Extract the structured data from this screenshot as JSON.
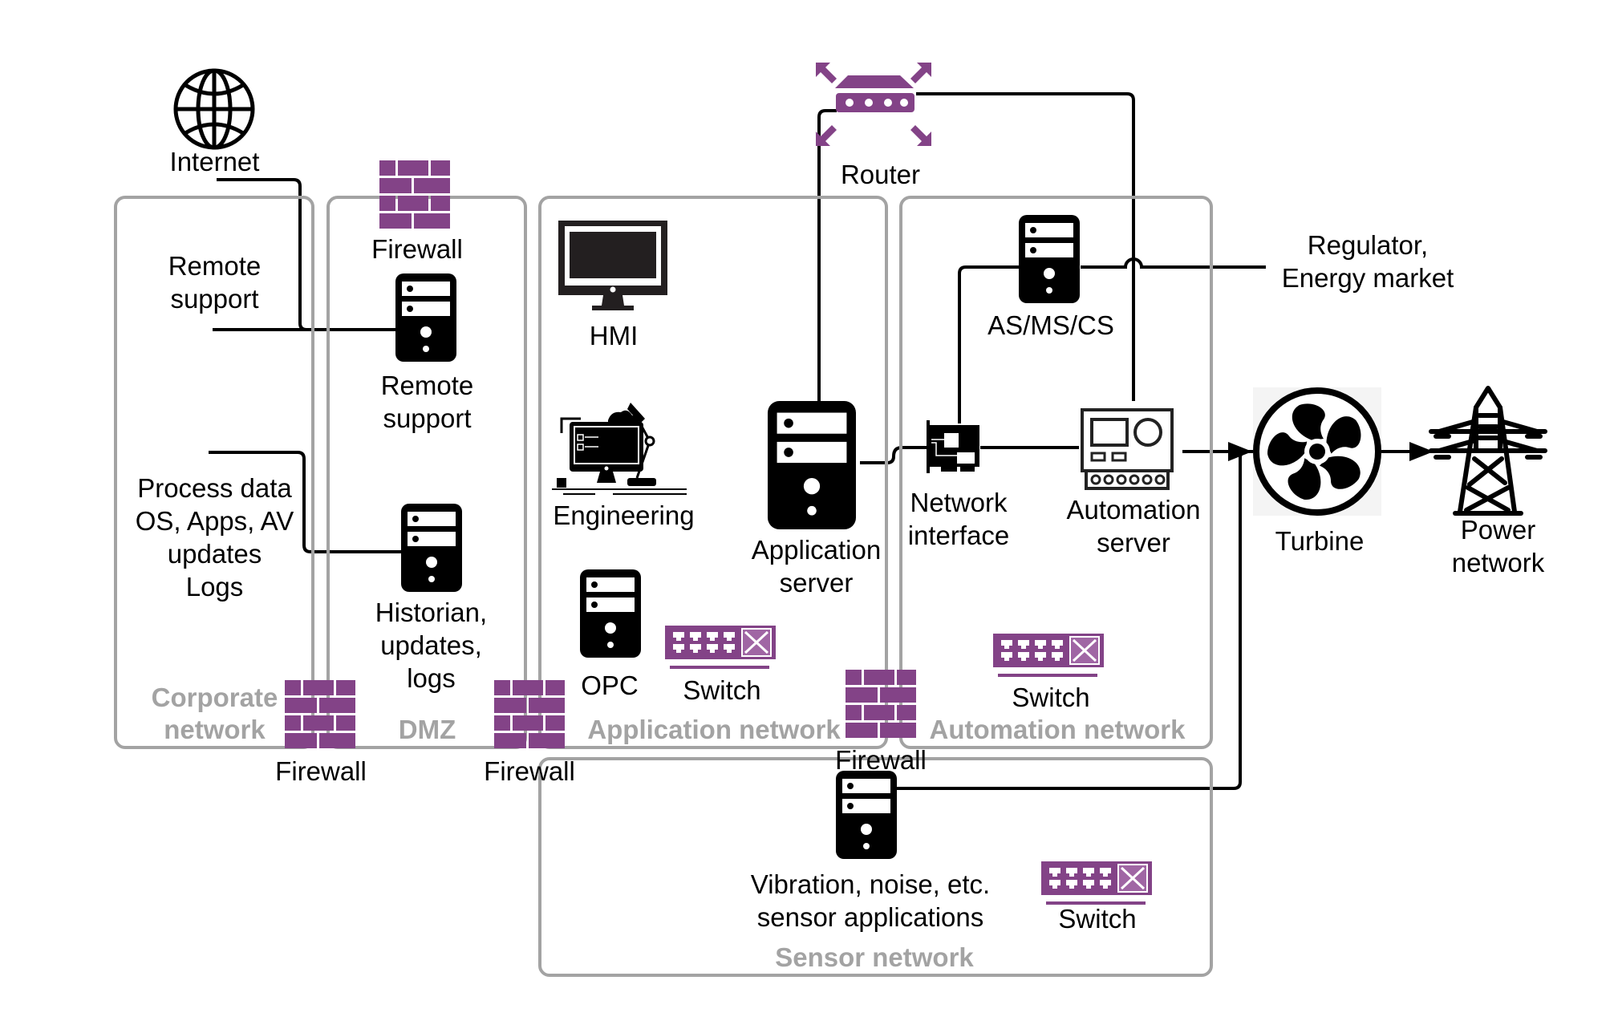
{
  "colors": {
    "accent_purple": "#834387",
    "zone_border": "#a3a3a3",
    "zone_label": "#a3a3a3",
    "line": "#000000"
  },
  "zones": {
    "corporate": "Corporate\nnetwork",
    "dmz": "DMZ",
    "application": "Application network",
    "automation": "Automation network",
    "sensor": "Sensor network"
  },
  "nodes": {
    "internet": "Internet",
    "corp_remote_support": "Remote\nsupport",
    "corp_process_data": "Process data\nOS, Apps, AV\nupdates\nLogs",
    "dmz_firewall_top": "Firewall",
    "dmz_remote_support": "Remote\nsupport",
    "dmz_historian": "Historian,\nupdates,\nlogs",
    "firewall_corp_dmz": "Firewall",
    "firewall_dmz_app": "Firewall",
    "firewall_app_auto": "Firewall",
    "hmi": "HMI",
    "engineering": "Engineering",
    "application_server": "Application\nserver",
    "opc": "OPC",
    "app_switch": "Switch",
    "router": "Router",
    "as_ms_cs": "AS/MS/CS",
    "network_interface": "Network\ninterface",
    "automation_server": "Automation\nserver",
    "auto_switch": "Switch",
    "regulator": "Regulator,\nEnergy market",
    "turbine": "Turbine",
    "power_network": "Power\nnetwork",
    "sensor_apps": "Vibration, noise, etc.\nsensor applications",
    "sensor_switch": "Switch"
  }
}
